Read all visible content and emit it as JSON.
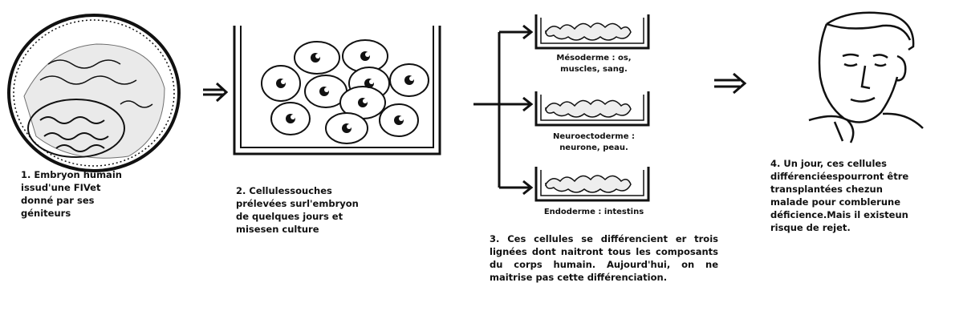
{
  "steps": [
    {
      "caption": "1. Embryon humain\nissud'une FIVet\ndonné par ses\ngéniteurs"
    },
    {
      "caption": "2. Cellulessouches\nprélevées surl'embryon\nde quelques jours et\nmisesen culture"
    },
    {
      "caption": "3. Ces cellules se différencient er trois lignées dont naitront tous les composants du corps humain. Aujourd'hui, on ne maitrise pas cette différenciation."
    },
    {
      "caption": "4. Un jour, ces cellules\ndifférenciéespourront être\ntransplantées chezun\nmalade pour comblerune\ndéficience.Mais il existeun\nrisque de rejet."
    }
  ],
  "lineages": [
    {
      "label": "Mésoderme : os,\nmuscles, sang."
    },
    {
      "label": "Neuroectoderme :\nneurone, peau."
    },
    {
      "label": "Endoderme : intestins"
    }
  ]
}
